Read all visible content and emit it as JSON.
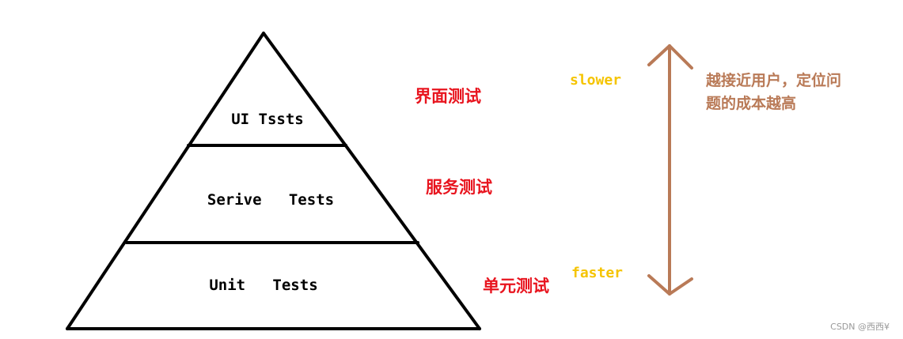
{
  "pyramid": {
    "layers": {
      "ui": {
        "label": "UI Tssts",
        "cn": "界面测试"
      },
      "service": {
        "label": "Serive   Tests",
        "cn": "服务测试"
      },
      "unit": {
        "label": "Unit   Tests",
        "cn": "单元测试"
      }
    }
  },
  "speed": {
    "top": "slower",
    "bottom": "faster"
  },
  "note": {
    "line1": "越接近用户，定位问",
    "line2": "题的成本越高"
  },
  "watermark": "CSDN @西西¥",
  "colors": {
    "outline": "#000000",
    "cn_label": "#e8141e",
    "speed": "#f5c400",
    "arrow": "#b97a57",
    "note": "#b97a57",
    "watermark": "#999999"
  }
}
